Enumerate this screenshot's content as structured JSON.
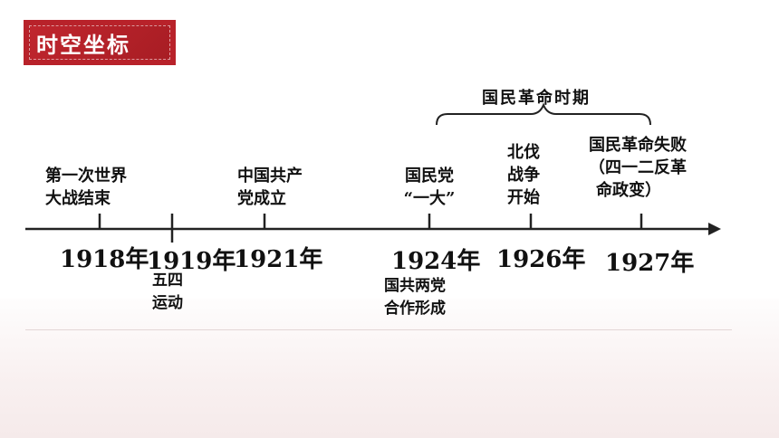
{
  "header": {
    "title": "时空坐标"
  },
  "period": {
    "label": "国民革命时期"
  },
  "events_above": {
    "e1918": [
      "第一次世界",
      "大战结束"
    ],
    "e1921": [
      "中国共产",
      "党成立"
    ],
    "e1924": [
      "国民党",
      "“一大”"
    ],
    "e1926": [
      "北伐",
      "战争",
      "开始"
    ],
    "e1927": [
      "国民革命失败",
      "（四一二反革",
      "命政变）"
    ]
  },
  "years": {
    "y1918": "1918年",
    "y1919": "1919年",
    "y1921": "1921年",
    "y1924": "1924年",
    "y1926": "1926年",
    "y1927": "1927年"
  },
  "events_below": {
    "e1919": [
      "五四",
      "运动"
    ],
    "e1924": [
      "国共两党",
      "合作形成"
    ]
  },
  "colors": {
    "badge_red": "#b8222a",
    "line": "#222222"
  }
}
